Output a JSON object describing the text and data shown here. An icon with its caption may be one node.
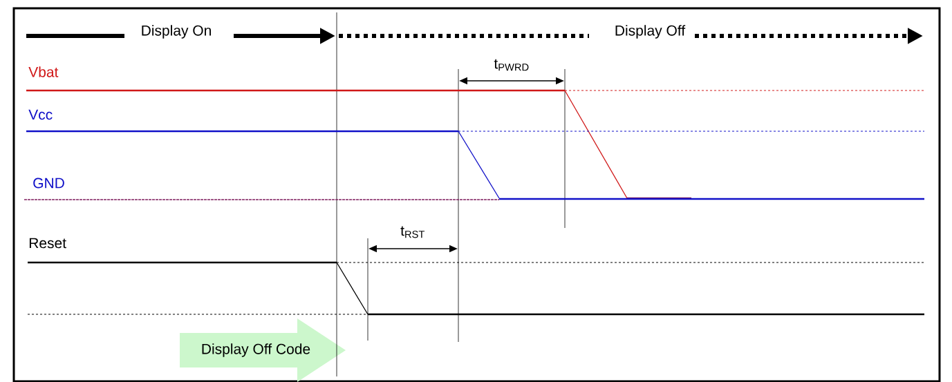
{
  "diagram": {
    "nodes": [
      {
        "text": [
          "Display Off Code"
        ]
      }
    ],
    "labels": [
      "Display On",
      "Display Off",
      "Vbat",
      "t$_{PWRD}$",
      "Vcc",
      "GND",
      "Reset",
      "t$_{RST}$"
    ]
  }
}
